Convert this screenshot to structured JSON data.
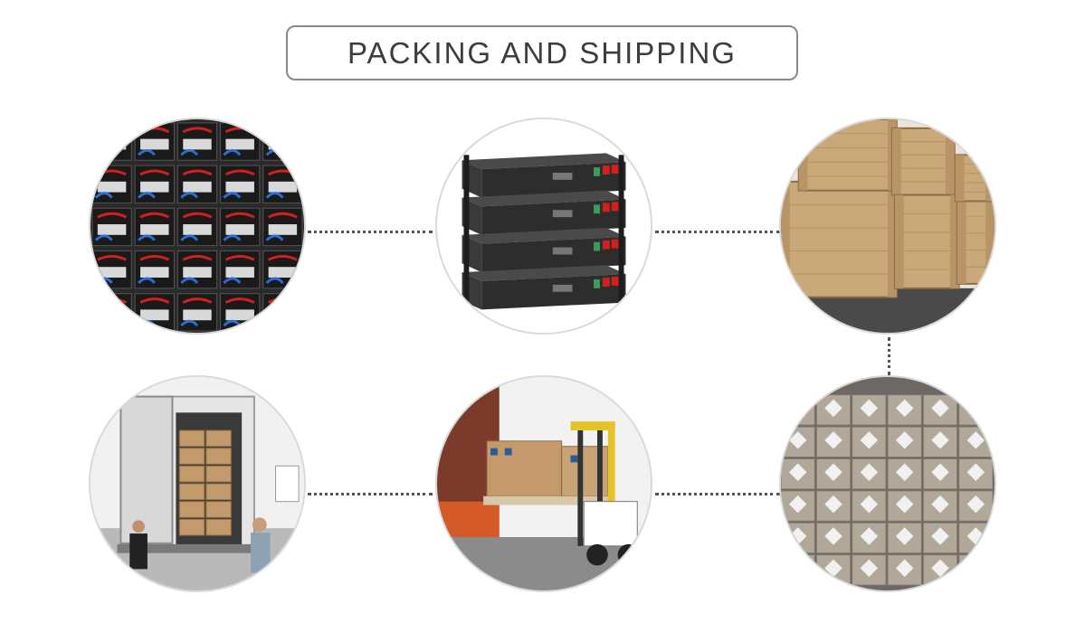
{
  "header": {
    "title": "PACKING AND SHIPPING"
  },
  "colors": {
    "title_text": "#3d3d3d",
    "title_border": "#8a8a8a",
    "connector": "#555555",
    "cardboard": "#c49a6c",
    "wood": "#c9a87a",
    "battery_cell": "#1a1a1a",
    "cable_red": "#d21f1f",
    "cable_blue": "#2a6fd6"
  },
  "photos": [
    {
      "name": "battery-cells-photo"
    },
    {
      "name": "rack-battery-photo"
    },
    {
      "name": "wooden-crates-photo"
    },
    {
      "name": "truck-loading-photo"
    },
    {
      "name": "forklift-pallet-photo"
    },
    {
      "name": "wrapped-pallets-photo"
    }
  ]
}
